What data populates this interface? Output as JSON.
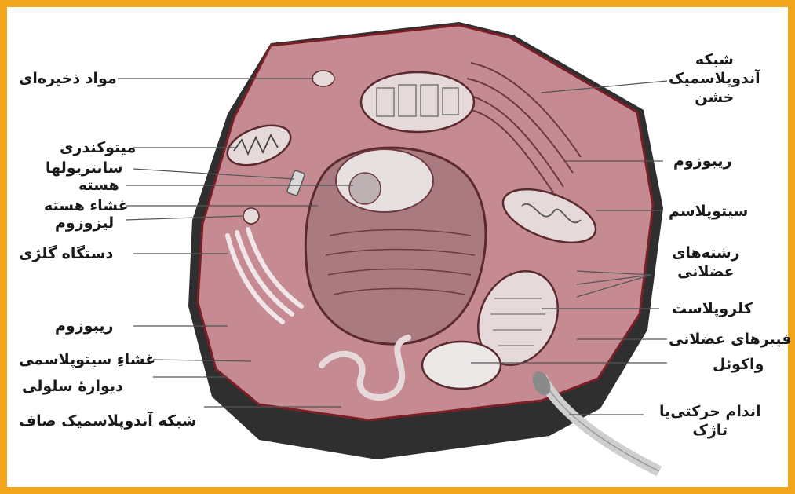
{
  "colors": {
    "border": "#f2a61d",
    "cytoplasm": "#c58a92",
    "cell_wall": "#2f2f2f",
    "membrane": "#7a1f26",
    "nucleus": "#a97a80",
    "organelle": "#e6d9da"
  },
  "labels_left": {
    "storage": "مواد ذخیره‌ای",
    "mitochondria": "میتوکندری",
    "centrioles": "سانتریولها",
    "nucleus": "هسته",
    "nuclear_envelope": "غشاء هسته",
    "lysosome": "لیزوزوم",
    "golgi": "دستگاه گلژی",
    "ribosome": "ریبوزوم",
    "plasma_membrane": "غشاءِ سیتوپلاسمی",
    "cell_wall": "دیوارهٔ سلولی",
    "smooth_er": "شبکه آندوپلاسمیک صاف"
  },
  "labels_right": {
    "rough_er": [
      "شبکه",
      "آندوپلاسمیک",
      "خشن"
    ],
    "ribosome": "ریبوزوم",
    "cytoplasm": "سیتوپلاسم",
    "muscle_filaments": [
      "رشته‌های",
      "عضلانی"
    ],
    "chloroplast": "کلروپلاست",
    "muscle_fibers": "فیبرهای عضلانی",
    "vacuole": "واکوئل",
    "flagellum": [
      "اندام حرکتی‌یا",
      "تاژک"
    ]
  }
}
